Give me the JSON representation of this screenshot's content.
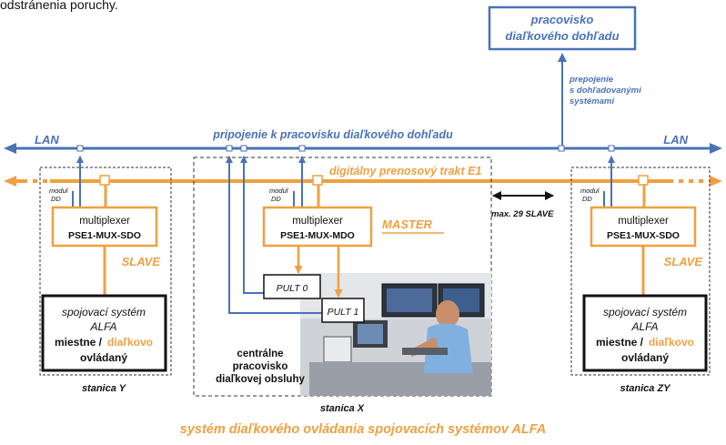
{
  "top_text": "odstránenia poruchy.",
  "remote_station": {
    "line1": "pracovisko",
    "line2": "diaľkového dohľadu"
  },
  "interconnect": {
    "line1": "prepojenie",
    "line2": "s dohľadovanými",
    "line3": "systémami"
  },
  "lan_left": "LAN",
  "lan_right": "LAN",
  "lan_connection": "pripojenie k pracovisku diaľkového dohľadu",
  "e1_label": "digitálny prenosový trakt E1",
  "max_slave": "max. 29  SLAVE",
  "modem_label": {
    "line1": "modul",
    "line2": "DD"
  },
  "mux_slave": {
    "line1": "multiplexer",
    "line2": "PSE1-MUX-SDO"
  },
  "mux_master": {
    "line1": "multiplexer",
    "line2": "PSE1-MUX-MDO"
  },
  "slave_label": "SLAVE",
  "master_label": "MASTER",
  "pult0": "PULT 0",
  "pult1": "PULT 1",
  "switch_system": {
    "line1": "spojovací systém",
    "line2": "ALFA",
    "local": "miestne /",
    "remote": "diaľkovo",
    "line4": "ovládaný"
  },
  "central": {
    "line1": "centrálne",
    "line2": "pracovisko",
    "line3": "diaľkovej obsluhy"
  },
  "station_y": "stanica Y",
  "station_x": "stanica X",
  "station_zy": "stanica ZY",
  "caption": "systém diaľkového ovládania spojovacích systémov ALFA",
  "colors": {
    "blue": "#4a72b8",
    "orange": "#f0a040",
    "black": "#111111"
  }
}
